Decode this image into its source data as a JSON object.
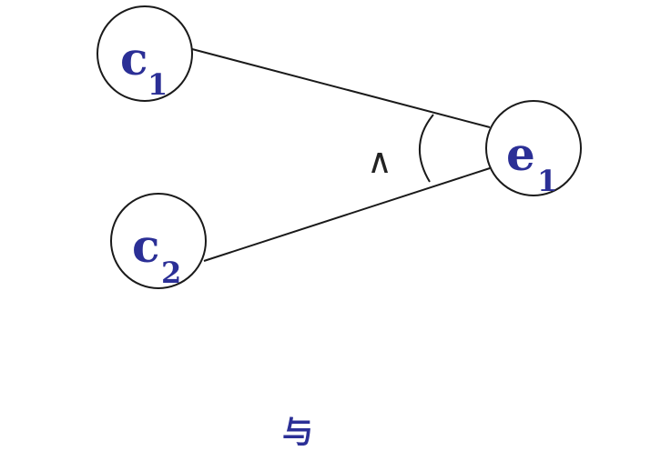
{
  "nodes": {
    "c1": {
      "letter": "c",
      "subscript": "1"
    },
    "c2": {
      "letter": "c",
      "subscript": "2"
    },
    "e1": {
      "letter": "e",
      "subscript": "1"
    }
  },
  "operator_symbol": "∧",
  "caption": "与",
  "colors": {
    "label": "#2b2f96",
    "stroke": "#1a1a1a"
  }
}
